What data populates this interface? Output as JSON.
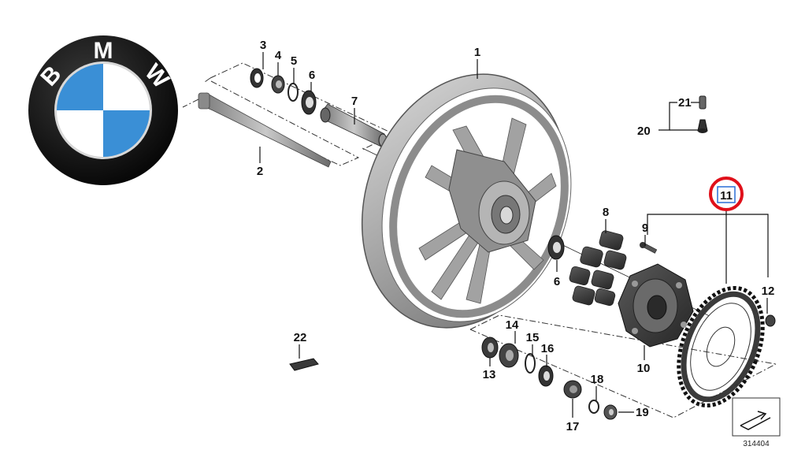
{
  "logo": {
    "letters": [
      "B",
      "M",
      "W"
    ],
    "colors": {
      "ring": "#0b0b0b",
      "blue": "#3a8fd6",
      "white": "#ffffff"
    }
  },
  "labels": {
    "p1": "1",
    "p2": "2",
    "p3": "3",
    "p4": "4",
    "p5": "5",
    "p6a": "6",
    "p6b": "6",
    "p7": "7",
    "p8": "8",
    "p9": "9",
    "p10": "10",
    "p11": "11",
    "p12": "12",
    "p13": "13",
    "p14": "14",
    "p15": "15",
    "p16": "16",
    "p17": "17",
    "p18": "18",
    "p19": "19",
    "p20": "20",
    "p21": "21",
    "p22": "22"
  },
  "reference_number": "314404",
  "colors": {
    "highlight_ring": "#e0101a",
    "highlight_box": "#2a6fd6",
    "part_grey": "#9a9a9a",
    "part_dark": "#3d3d3d"
  }
}
